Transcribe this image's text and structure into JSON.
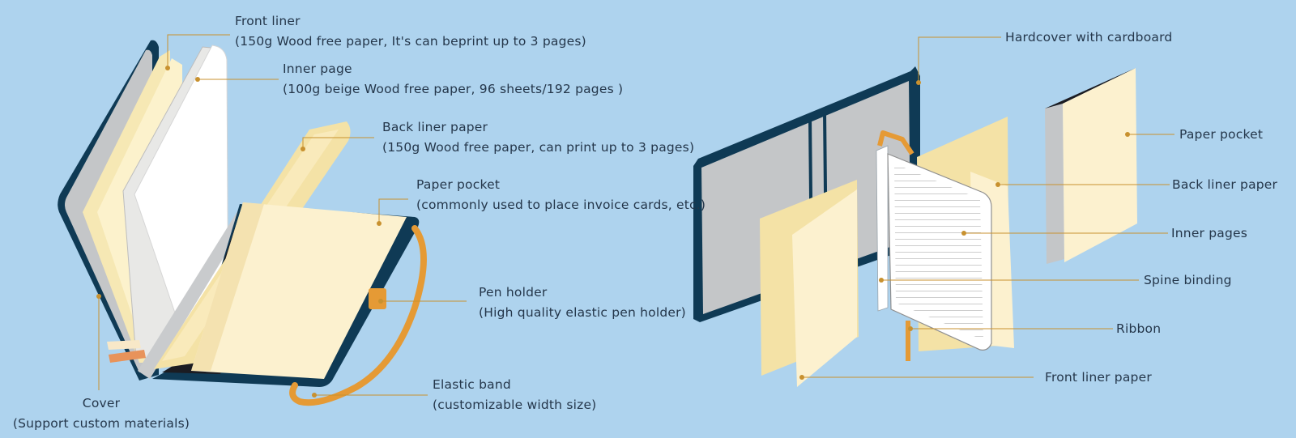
{
  "colors": {
    "background": "#aed3ee",
    "cover": "#0f3a55",
    "board": "#c4c6c8",
    "liner": "#f6e8b4",
    "page": "#fdf4d8",
    "elastic": "#e59a35",
    "leader": "#c8912f",
    "text": "#24364a"
  },
  "left_notebook": {
    "front_liner": {
      "title": "Front liner",
      "detail": "(150g Wood free paper, It's can beprint up to 3 pages)"
    },
    "inner_page": {
      "title": "Inner page",
      "detail": "(100g beige Wood free paper, 96 sheets/192 pages )"
    },
    "back_liner_paper": {
      "title": "Back liner paper",
      "detail": "(150g Wood free paper, can print up to 3 pages)"
    },
    "paper_pocket": {
      "title": "Paper pocket",
      "detail": "(commonly used to place invoice cards, etc.)"
    },
    "pen_holder": {
      "title": "Pen holder",
      "detail": "(High quality elastic pen holder)"
    },
    "elastic_band": {
      "title": "Elastic band",
      "detail": "(customizable width size)"
    },
    "cover": {
      "title": "Cover",
      "detail": "(Support custom materials)"
    }
  },
  "exploded_view": {
    "hardcover": "Hardcover with cardboard",
    "paper_pocket": "Paper pocket",
    "back_liner_paper": "Back liner paper",
    "inner_pages": "Inner pages",
    "spine_binding": "Spine binding",
    "ribbon": "Ribbon",
    "front_liner_paper": "Front liner paper"
  }
}
